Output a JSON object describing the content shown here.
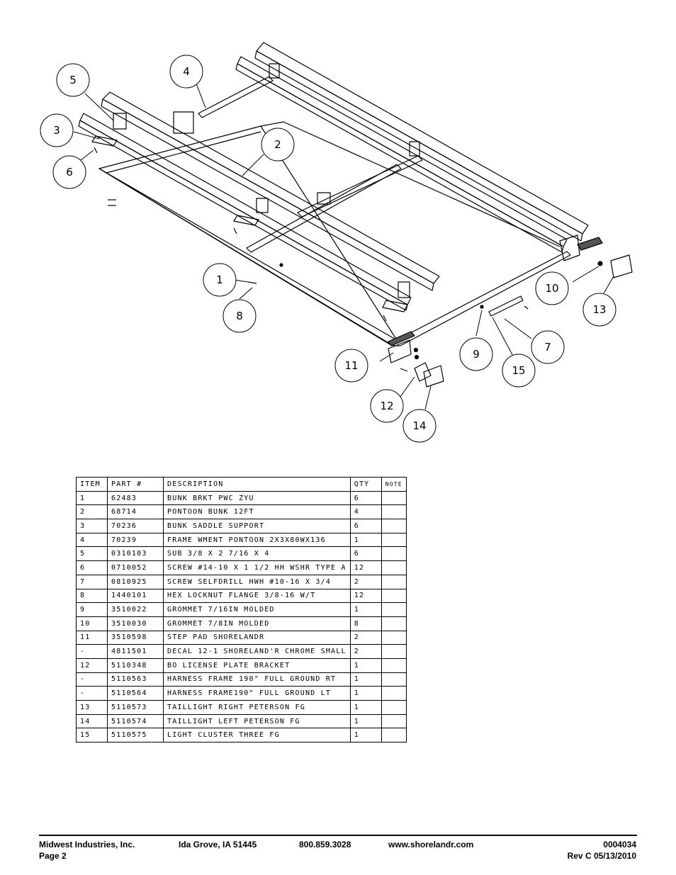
{
  "diagram": {
    "callouts": [
      "1",
      "2",
      "3",
      "4",
      "5",
      "6",
      "7",
      "8",
      "9",
      "10",
      "11",
      "12",
      "13",
      "14",
      "15"
    ]
  },
  "table": {
    "headers": [
      "ITEM",
      "PART #",
      "DESCRIPTION",
      "QTY",
      "NOTE"
    ],
    "rows": [
      [
        "1",
        "62483",
        "BUNK BRKT PWC ZYU",
        "6",
        ""
      ],
      [
        "2",
        "68714",
        "PONTOON BUNK  12FT",
        "4",
        ""
      ],
      [
        "3",
        "70236",
        "BUNK SADDLE SUPPORT",
        "6",
        ""
      ],
      [
        "4",
        "70239",
        "FRAME WMENT PONTOON 2X3X80WX136",
        "1",
        ""
      ],
      [
        "5",
        "0310103",
        "SUB 3/8 X 2 7/16 X 4",
        "6",
        ""
      ],
      [
        "6",
        "0710052",
        "SCREW #14-10 X 1 1/2 HH WSHR TYPE A",
        "12",
        ""
      ],
      [
        "7",
        "0810925",
        "SCREW SELFDRILL HWH #10-16 X 3/4",
        "2",
        ""
      ],
      [
        "8",
        "1440101",
        "HEX LOCKNUT FLANGE 3/8-16 W/T",
        "12",
        ""
      ],
      [
        "9",
        "3510022",
        "GROMMET  7/16IN MOLDED",
        "1",
        ""
      ],
      [
        "10",
        "3510030",
        "GROMMET  7/8IN MOLDED",
        "8",
        ""
      ],
      [
        "11",
        "3510598",
        "STEP PAD SHORELANDR",
        "2",
        ""
      ],
      [
        "-",
        "4811501",
        "DECAL 12-1 SHORELAND'R CHROME SMALL",
        "2",
        ""
      ],
      [
        "12",
        "5110348",
        "BO LICENSE PLATE BRACKET",
        "1",
        ""
      ],
      [
        "-",
        "5110563",
        "HARNESS FRAME 190\" FULL GROUND RT",
        "1",
        ""
      ],
      [
        "-",
        "5110564",
        "HARNESS FRAME190\" FULL GROUND LT",
        "1",
        ""
      ],
      [
        "13",
        "5110573",
        "TAILLIGHT RIGHT PETERSON FG",
        "1",
        ""
      ],
      [
        "14",
        "5110574",
        "TAILLIGHT LEFT PETERSON FG",
        "1",
        ""
      ],
      [
        "15",
        "5110575",
        "LIGHT CLUSTER THREE FG",
        "1",
        ""
      ]
    ]
  },
  "footer": {
    "company": "Midwest Industries, Inc.",
    "page": "Page 2",
    "city": "Ida Grove, IA  51445",
    "phone": "800.859.3028",
    "website": "www.shorelandr.com",
    "doc_number": "0004034",
    "revision": "Rev C  05/13/2010"
  }
}
